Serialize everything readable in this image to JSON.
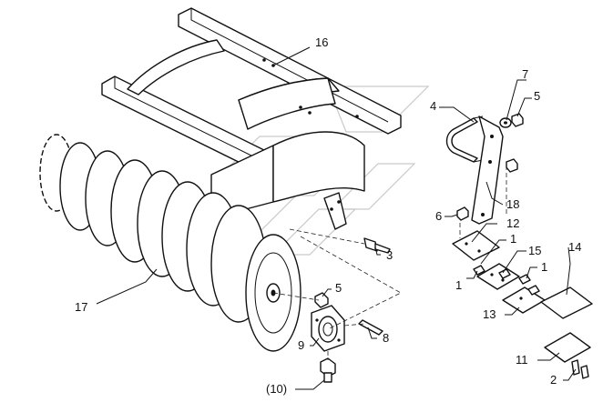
{
  "callouts": [
    {
      "id": "c16",
      "text": "16"
    },
    {
      "id": "c4",
      "text": "4"
    },
    {
      "id": "c7",
      "text": "7"
    },
    {
      "id": "c5a",
      "text": "5"
    },
    {
      "id": "c18",
      "text": "18"
    },
    {
      "id": "c6",
      "text": "6"
    },
    {
      "id": "c12",
      "text": "12"
    },
    {
      "id": "c1a",
      "text": "1"
    },
    {
      "id": "c15",
      "text": "15"
    },
    {
      "id": "c1b",
      "text": "1"
    },
    {
      "id": "c1c",
      "text": "1"
    },
    {
      "id": "c14",
      "text": "14"
    },
    {
      "id": "c3",
      "text": "3"
    },
    {
      "id": "c5b",
      "text": "5"
    },
    {
      "id": "c17",
      "text": "17"
    },
    {
      "id": "c13",
      "text": "13"
    },
    {
      "id": "c9",
      "text": "9"
    },
    {
      "id": "c8",
      "text": "8"
    },
    {
      "id": "c11",
      "text": "11"
    },
    {
      "id": "c2",
      "text": "2"
    },
    {
      "id": "c10",
      "text": "(10)"
    }
  ]
}
